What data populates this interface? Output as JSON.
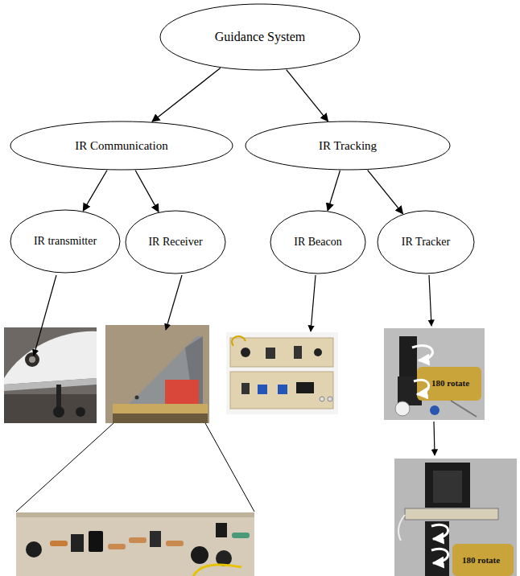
{
  "diagram": {
    "nodes": [
      {
        "text": [
          "Guidance System"
        ]
      },
      {
        "text": [
          "IR Communication"
        ]
      },
      {
        "text": [
          "IR Tracking"
        ]
      },
      {
        "text": [
          "IR transmitter"
        ]
      },
      {
        "text": [
          "IR Receiver"
        ]
      },
      {
        "text": [
          "IR Beacon"
        ]
      },
      {
        "text": [
          "IR Tracker"
        ]
      }
    ],
    "edges": [
      {
        "from": 0,
        "to": 1,
        "arrow": "to"
      },
      {
        "from": 0,
        "to": 2,
        "arrow": "to"
      },
      {
        "from": 1,
        "to": 3,
        "arrow": "to"
      },
      {
        "from": 1,
        "to": 4,
        "arrow": "to"
      },
      {
        "from": 2,
        "to": 5,
        "arrow": "to"
      },
      {
        "from": 2,
        "to": 6,
        "arrow": "to"
      }
    ],
    "labels": [
      "180 rotate",
      "180 rotate"
    ]
  }
}
